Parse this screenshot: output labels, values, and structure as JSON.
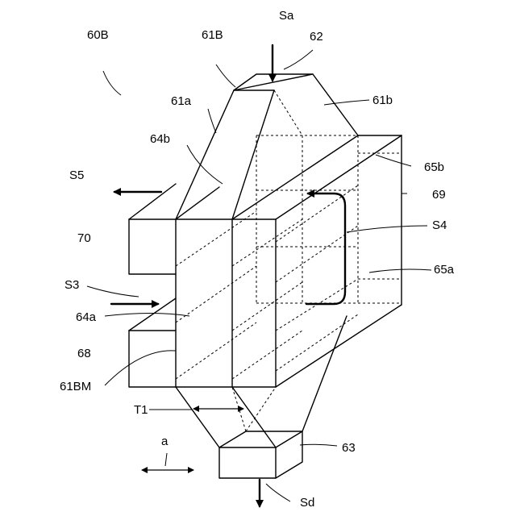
{
  "figure": {
    "labels": {
      "ref_60B": "60B",
      "ref_61B": "61B",
      "ref_62": "62",
      "ref_Sa": "Sa",
      "ref_61a": "61a",
      "ref_61b": "61b",
      "ref_64b": "64b",
      "ref_65b": "65b",
      "ref_69": "69",
      "ref_S5": "S5",
      "ref_S4": "S4",
      "ref_70": "70",
      "ref_65a": "65a",
      "ref_S3": "S3",
      "ref_64a": "64a",
      "ref_68": "68",
      "ref_61BM": "61BM",
      "ref_T1": "T1",
      "ref_a": "a",
      "ref_63": "63",
      "ref_Sd": "Sd"
    }
  }
}
